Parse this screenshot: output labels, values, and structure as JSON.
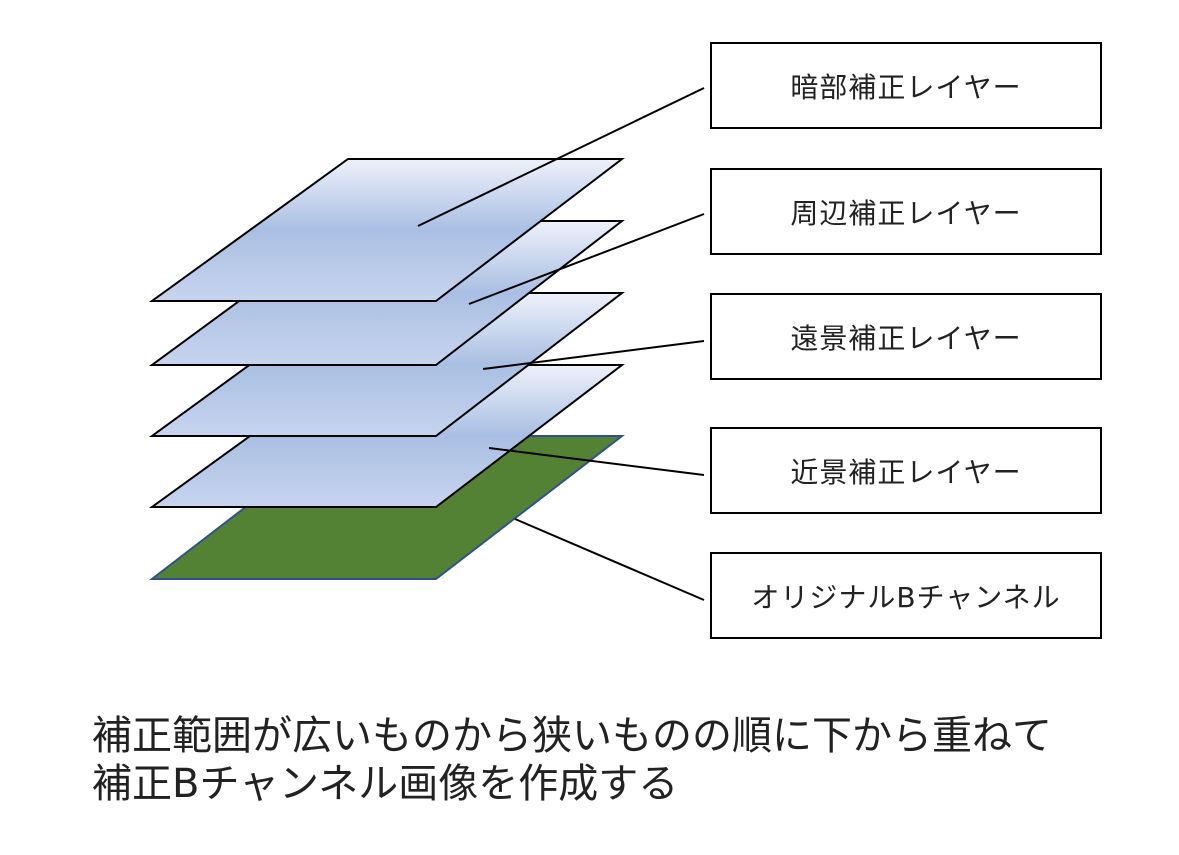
{
  "layers": [
    {
      "label": "暗部補正レイヤー"
    },
    {
      "label": "周辺補正レイヤー"
    },
    {
      "label": "遠景補正レイヤー"
    },
    {
      "label": "近景補正レイヤー"
    },
    {
      "label": "オリジナルBチャンネル"
    }
  ],
  "caption": {
    "line1": "補正範囲が広いものから狭いものの順に下から重ねて",
    "line2": "補正Bチャンネル画像を作成する"
  },
  "colors": {
    "layer_gradient_edge": "#eef1fa",
    "layer_gradient_mid": "#a9bfe3",
    "base_green": "#548235",
    "base_border": "#2f528f",
    "stroke": "#000000"
  }
}
